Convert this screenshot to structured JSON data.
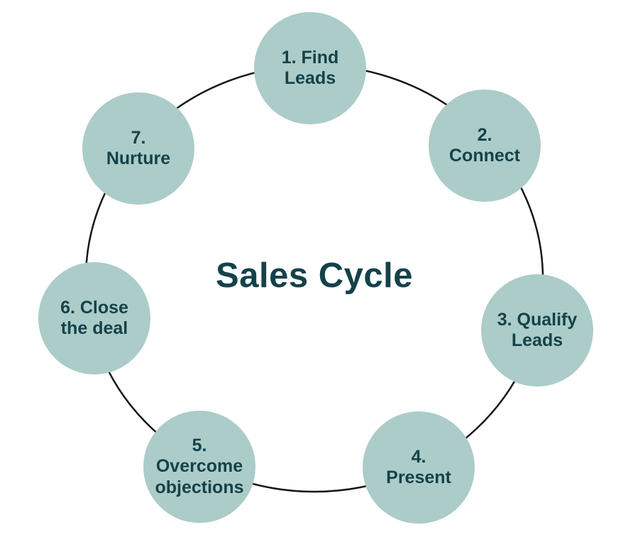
{
  "title": "Sales Cycle",
  "colors": {
    "background": "#ffffff",
    "node_fill": "#abccc8",
    "text": "#15424a",
    "ring": "#14171a"
  },
  "steps": [
    {
      "number": 1,
      "label": "1. Find\nLeads"
    },
    {
      "number": 2,
      "label": "2.\nConnect"
    },
    {
      "number": 3,
      "label": "3. Qualify\nLeads"
    },
    {
      "number": 4,
      "label": "4.\nPresent"
    },
    {
      "number": 5,
      "label": "5.\nOvercome\nobjections"
    },
    {
      "number": 6,
      "label": "6. Close\nthe deal"
    },
    {
      "number": 7,
      "label": "7.\nNurture"
    }
  ]
}
